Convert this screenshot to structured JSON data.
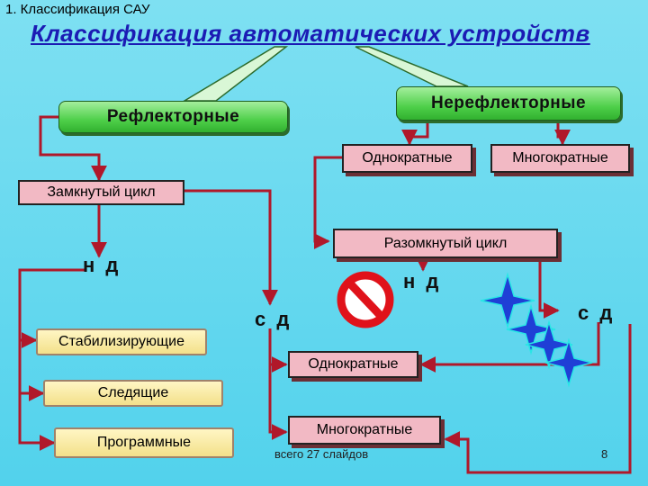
{
  "header": {
    "note": "1. Классификация САУ",
    "title": "Классификация автоматических устройств"
  },
  "nodes": {
    "reflex": "Рефлекторные",
    "nonreflex": "Нерефлекторные",
    "single_top": "Однократные",
    "multi_top": "Многократные",
    "closed": "Замкнутый цикл",
    "open": "Разомкнутый цикл",
    "stabilizing": "Стабилизирующие",
    "tracking": "Следящие",
    "program": "Программные",
    "single_bottom": "Однократные",
    "multi_bottom": "Многократные"
  },
  "markers": {
    "nd_left": "н д",
    "nd_right": "н д",
    "sd_left": "с д",
    "sd_right": "с д"
  },
  "colors": {
    "line": "#b0182a",
    "title": "#1b1bb4",
    "pill_green": "#4ecf49",
    "box_pink": "#f2b9c4",
    "scroll_yellow": "#f3e08a",
    "star_blue": "#1f3fd6",
    "star_outline": "#29e6e6"
  },
  "icons": {
    "prohibition": "prohibition-icon",
    "stars": "sparkle-stars-icon"
  },
  "footer": {
    "slides": "всего 27 слайдов",
    "page": "8"
  }
}
